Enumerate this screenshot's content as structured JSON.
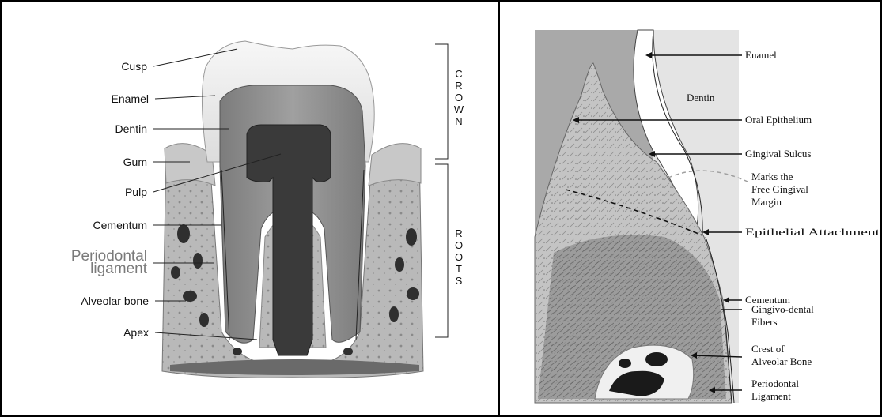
{
  "left_panel": {
    "labels": {
      "cusp": "Cusp",
      "enamel": "Enamel",
      "dentin": "Dentin",
      "gum": "Gum",
      "pulp": "Pulp",
      "cementum": "Cementum",
      "periodontal_line1": "Periodontal",
      "periodontal_line2": "ligament",
      "alveolar_bone": "Alveolar bone",
      "apex": "Apex"
    },
    "brackets": {
      "crown": [
        "C",
        "R",
        "O",
        "W",
        "N"
      ],
      "roots": [
        "R",
        "O",
        "O",
        "T",
        "S"
      ]
    }
  },
  "right_panel": {
    "labels": {
      "dentin": "Dentin",
      "enamel": "Enamel",
      "oral_epithelium": "Oral Epithelium",
      "gingival_sulcus": "Gingival Sulcus",
      "free_margin_line1": "Marks the",
      "free_margin_line2": "Free Gingival",
      "free_margin_line3": "Margin",
      "epithelial_attachment": "Epithelial Attachment",
      "cementum": "Cementum",
      "gingivo_line1": "Gingivo-dental",
      "gingivo_line2": "Fibers",
      "crest_line1": "Crest of",
      "crest_line2": "Alveolar Bone",
      "perio_line1": "Periodontal",
      "perio_line2": "Ligament"
    }
  }
}
